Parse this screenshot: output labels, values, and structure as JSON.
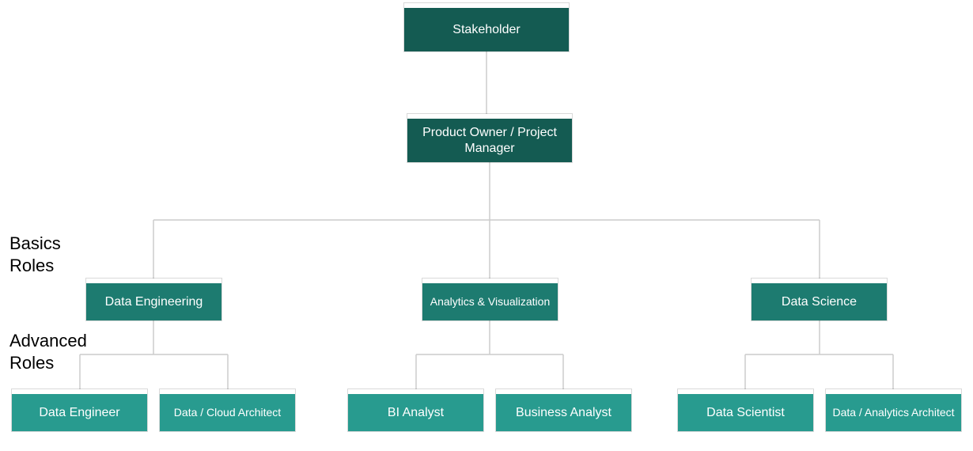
{
  "labels": {
    "basic": "Basics\nRoles",
    "advanced": "Advanced\nRoles"
  },
  "nodes": {
    "stakeholder": "Stakeholder",
    "product_owner": "Product Owner / Project Manager",
    "data_engineering": "Data Engineering",
    "analytics_visualization": "Analytics & Visualization",
    "data_science": "Data Science",
    "data_engineer": "Data Engineer",
    "data_cloud_architect": "Data / Cloud Architect",
    "bi_analyst": "BI Analyst",
    "business_analyst": "Business Analyst",
    "data_scientist": "Data Scientist",
    "data_analytics_architect": "Data / Analytics Architect"
  },
  "colors": {
    "top": "#145b52",
    "basic": "#1d7b70",
    "advanced": "#289b8f",
    "connector": "#cccccc"
  }
}
